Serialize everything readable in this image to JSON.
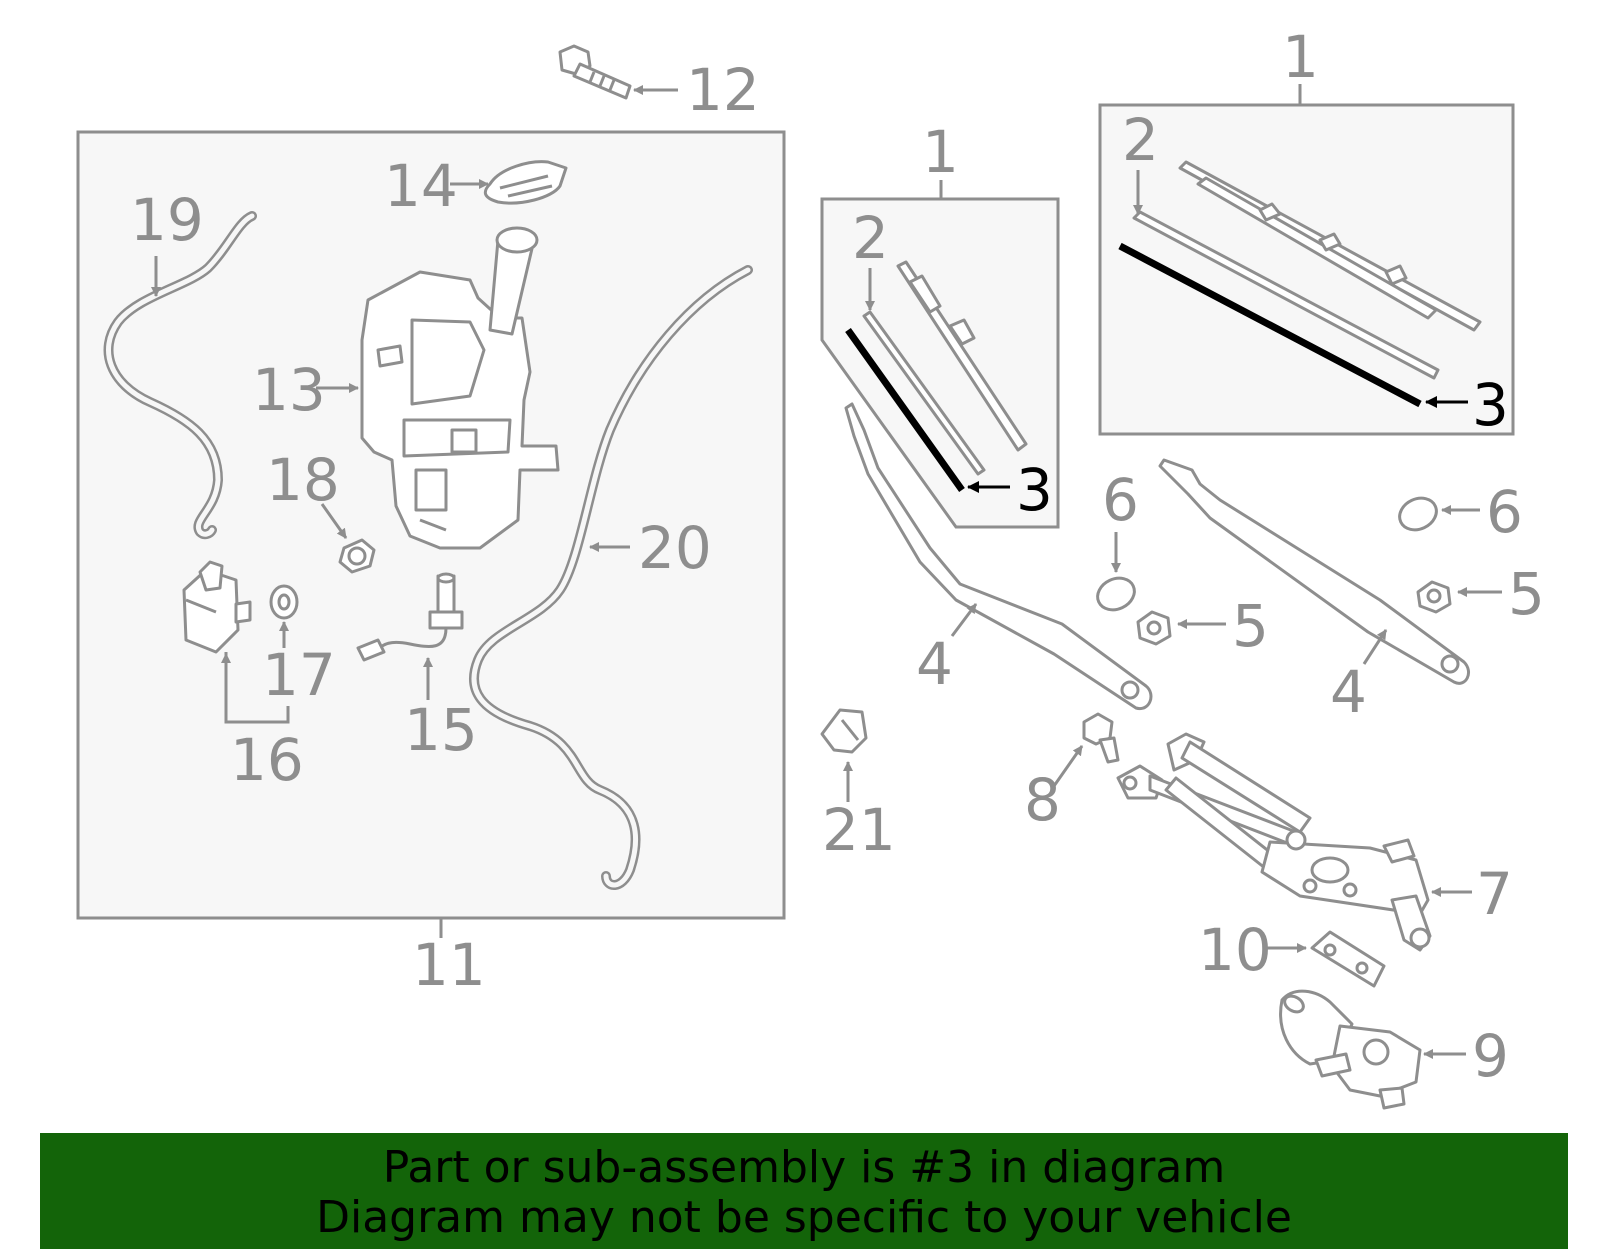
{
  "callouts": {
    "c1a": "1",
    "c1b": "1",
    "c2a": "2",
    "c2b": "2",
    "c3a": "3",
    "c3b": "3",
    "c4a": "4",
    "c4b": "4",
    "c5a": "5",
    "c5b": "5",
    "c6a": "6",
    "c6b": "6",
    "c7": "7",
    "c8": "8",
    "c9": "9",
    "c10": "10",
    "c11": "11",
    "c12": "12",
    "c13": "13",
    "c14": "14",
    "c15": "15",
    "c16": "16",
    "c17": "17",
    "c18": "18",
    "c19": "19",
    "c20": "20",
    "c21": "21"
  },
  "highlighted_part": "3",
  "colors": {
    "lines": "#8e8e8e",
    "highlight": "#000000",
    "banner": "#136409"
  },
  "banner": {
    "line1": "Part or sub-assembly is #3 in diagram",
    "line2": "Diagram may not be specific to your vehicle"
  }
}
